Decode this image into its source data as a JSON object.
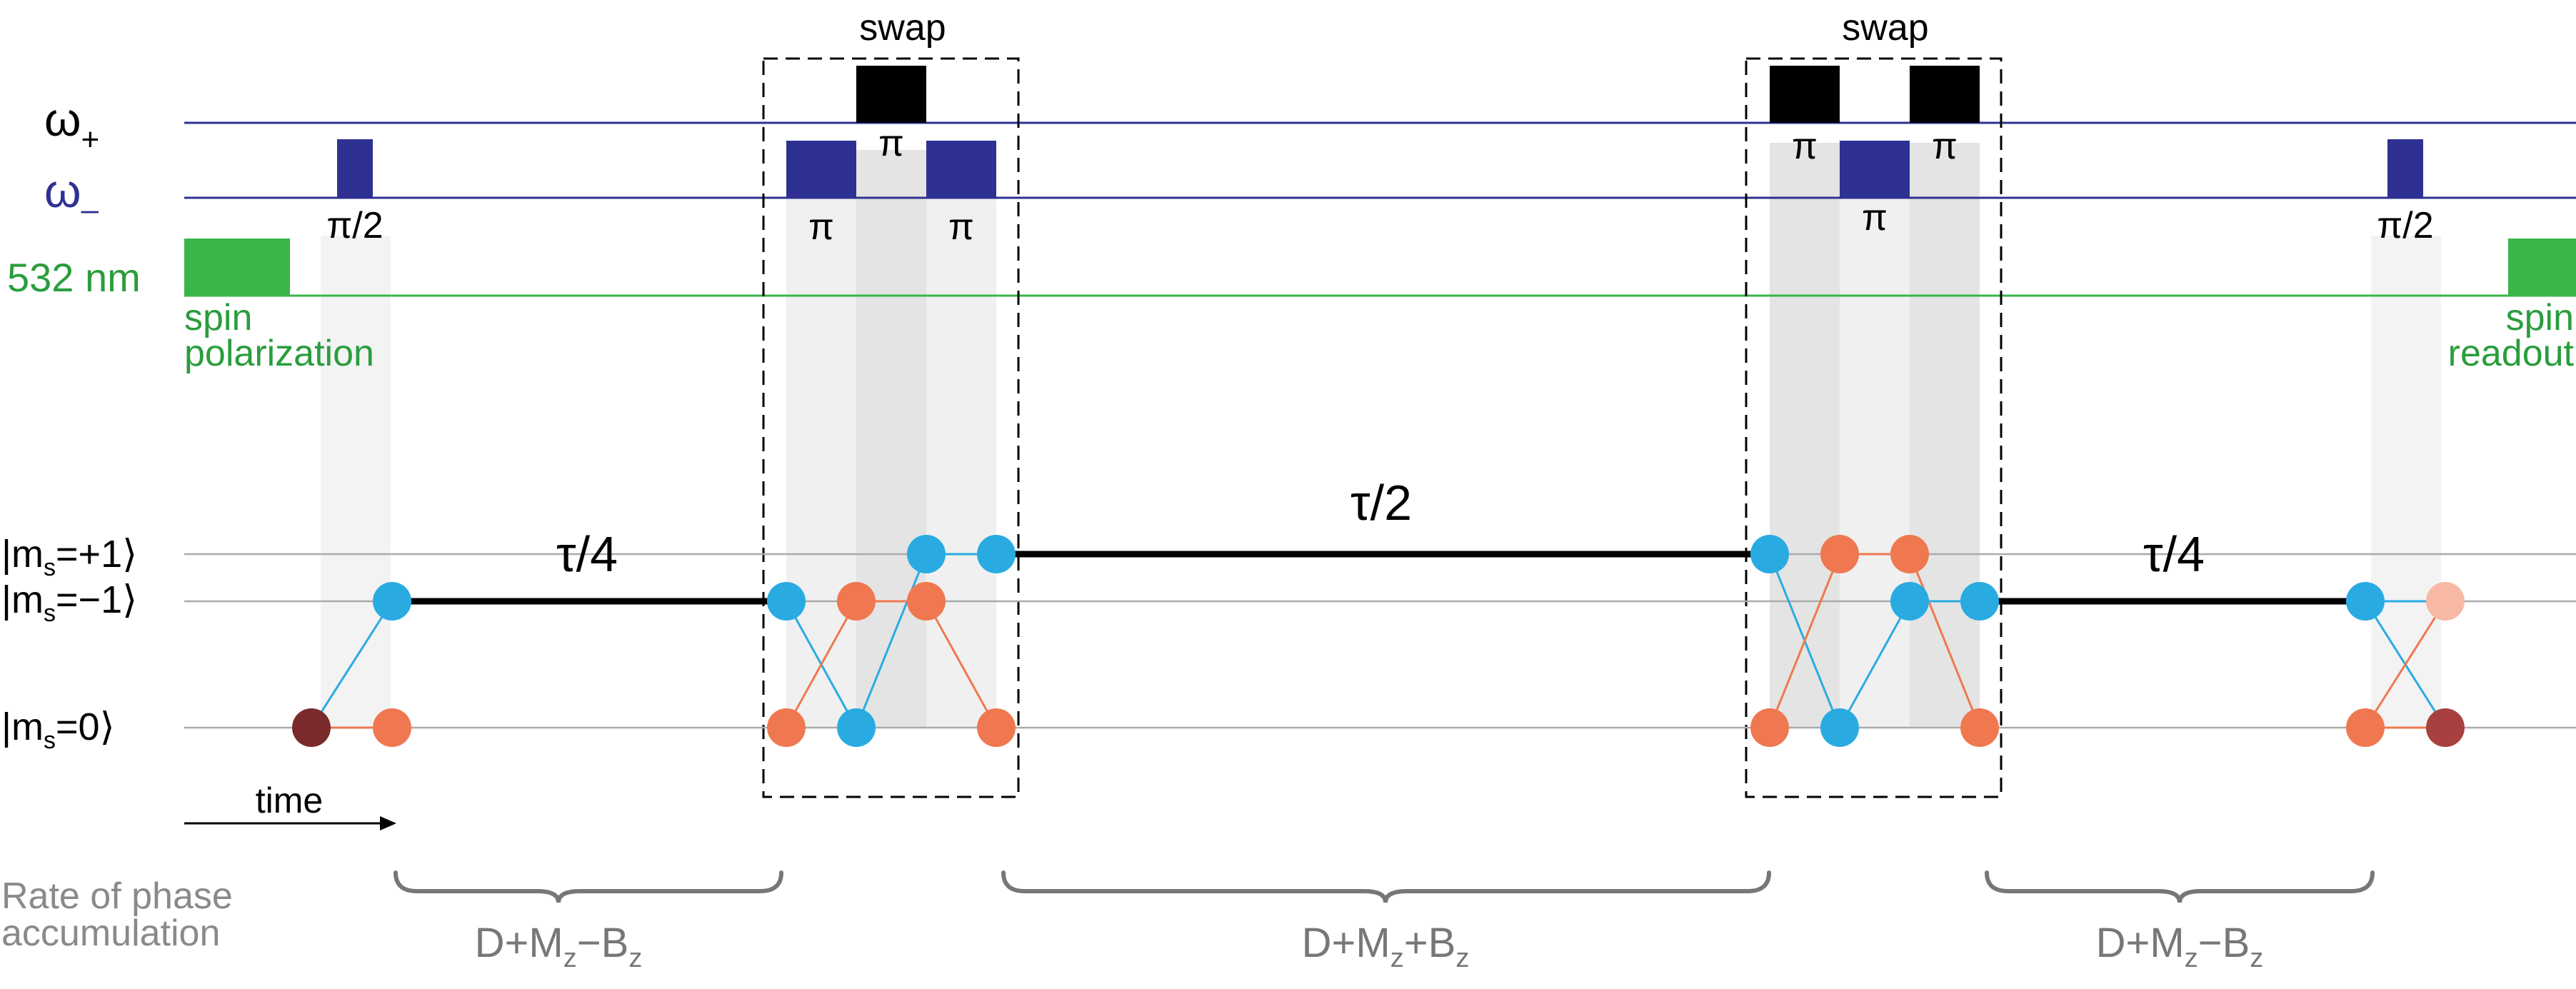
{
  "channels": {
    "omega_plus": "ω",
    "omega_plus_sub": "+",
    "omega_minus": "ω",
    "omega_minus_sub": "–",
    "laser": "532 nm"
  },
  "pulse_labels": {
    "pi_half": "π/2",
    "pi": "π",
    "swap": "swap"
  },
  "laser_labels": {
    "polarization_line1": "spin",
    "polarization_line2": "polarization",
    "readout_line1": "spin",
    "readout_line2": "readout"
  },
  "levels": {
    "plus1_prefix": "|m",
    "plus1_sub": "s",
    "plus1_suffix": "=+1⟩",
    "minus1_prefix": "|m",
    "minus1_sub": "s",
    "minus1_suffix": "=−1⟩",
    "zero_prefix": "|m",
    "zero_sub": "s",
    "zero_suffix": "=0⟩"
  },
  "evolution": {
    "tau_quarter": "τ/4",
    "tau_half": "τ/2"
  },
  "time_label": "time",
  "rate": {
    "line1": "Rate of phase",
    "line2": "accumulation",
    "minus_D": "D+M",
    "minus_zsub1": "z",
    "minus_mid": "−B",
    "minus_zsub2": "z",
    "plus_D": "D+M",
    "plus_zsub1": "z",
    "plus_mid": "+B",
    "plus_zsub2": "z"
  },
  "colors": {
    "navy": "#2e3192",
    "black": "#000000",
    "green": "#39b54a",
    "green_text": "#2a9d3d",
    "cyan": "#29abe2",
    "orange": "#f07850",
    "dark_red": "#7a2a2a",
    "light_orange": "#f7b9a3",
    "brace_gray": "#777777",
    "rate_gray": "#8a8a8a"
  }
}
